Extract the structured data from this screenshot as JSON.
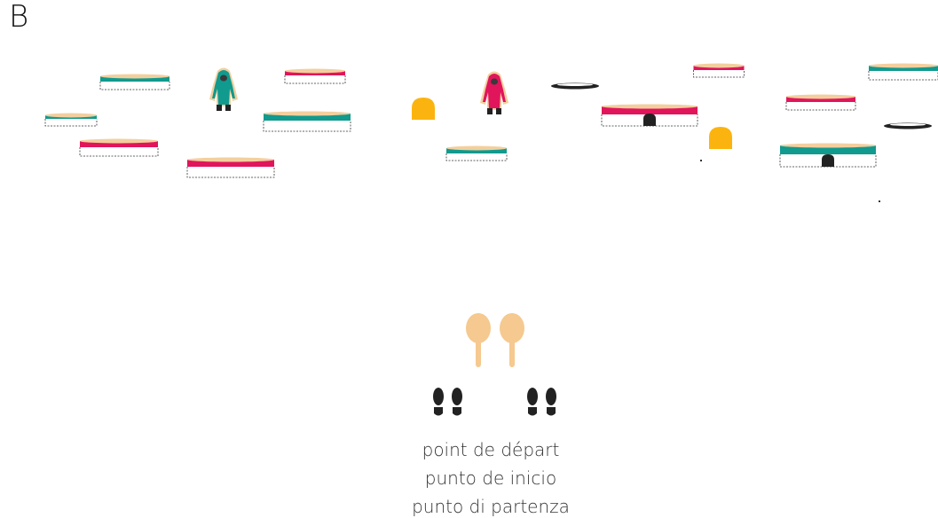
{
  "panel_letter": "B",
  "start_label": {
    "fr": "point de départ",
    "es": "punto de inicio",
    "it": "punto di partenza"
  },
  "colors": {
    "teal": "#119a8e",
    "magenta": "#e1155b",
    "sand": "#f3cf9e",
    "black": "#222222",
    "yellow": "#fbb40f",
    "wood": "#f5c98f"
  },
  "icons": [
    "platform",
    "tunnel-platform",
    "black-ring",
    "yellow-marker",
    "figure-teal",
    "figure-pink",
    "paddle-icon",
    "footprints-icon"
  ]
}
